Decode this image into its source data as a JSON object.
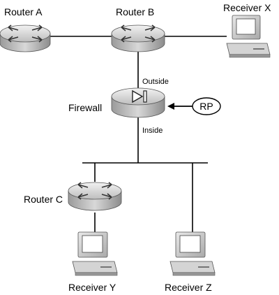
{
  "nodes": {
    "router_a": {
      "label": "Router A"
    },
    "router_b": {
      "label": "Router B"
    },
    "router_c": {
      "label": "Router C"
    },
    "receiver_x": {
      "label": "Receiver X"
    },
    "receiver_y": {
      "label": "Receiver Y"
    },
    "receiver_z": {
      "label": "Receiver Z"
    },
    "firewall": {
      "label": "Firewall"
    },
    "rp": {
      "label": "RP"
    }
  },
  "interfaces": {
    "outside": "Outside",
    "inside": "Inside"
  },
  "icons": {
    "router": "router-icon",
    "firewall": "firewall-icon",
    "workstation": "workstation-icon"
  },
  "colors": {
    "device_fill": "#cfcfcf",
    "device_shadow": "#8a8a8a",
    "line": "#000000"
  }
}
